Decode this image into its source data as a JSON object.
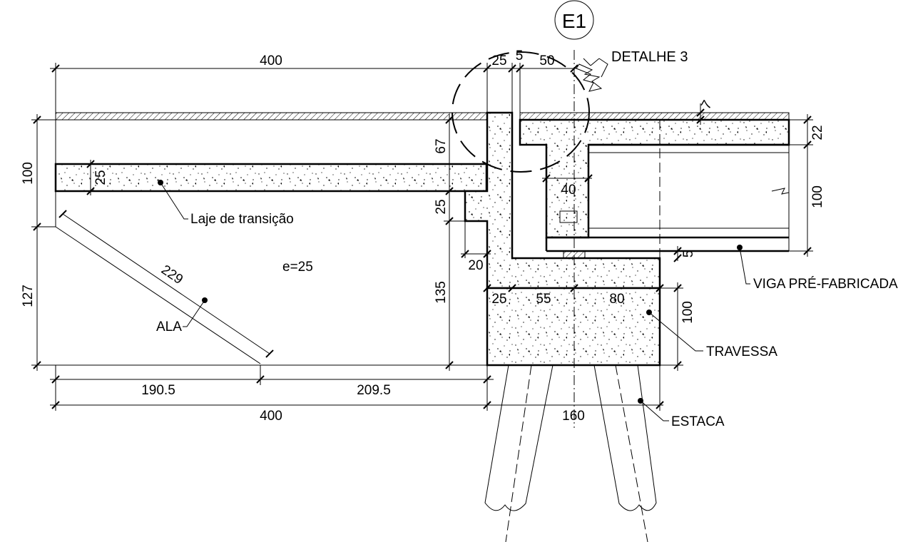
{
  "callout": {
    "mark": "E1",
    "detail": "DETALHE 3"
  },
  "dims": {
    "top_400": "400",
    "top_25": "25",
    "top_5": "5",
    "top_50": "50",
    "d_7": "7",
    "d_22": "22",
    "d_100_right": "100",
    "d_100_left": "100",
    "d_127": "127",
    "d_25_slab": "25",
    "d_67": "67",
    "d_25_wall": "25",
    "d_20": "20",
    "d_135": "135",
    "d_40": "40",
    "d_5_right": "5",
    "tr_25": "25",
    "tr_55": "55",
    "tr_80": "80",
    "d_100_trav": "100",
    "ala_229": "229",
    "bot_190_5": "190.5",
    "bot_209_5": "209.5",
    "bot_400": "400",
    "bot_160": "160"
  },
  "labels": {
    "laje": "Laje de transição",
    "e25": "e=25",
    "ala": "ALA",
    "viga": "VIGA PRÉ-FABRICADA",
    "travessa": "TRAVESSA",
    "estaca": "ESTACA"
  },
  "colors": {
    "ink": "#000000",
    "paper": "#ffffff"
  }
}
